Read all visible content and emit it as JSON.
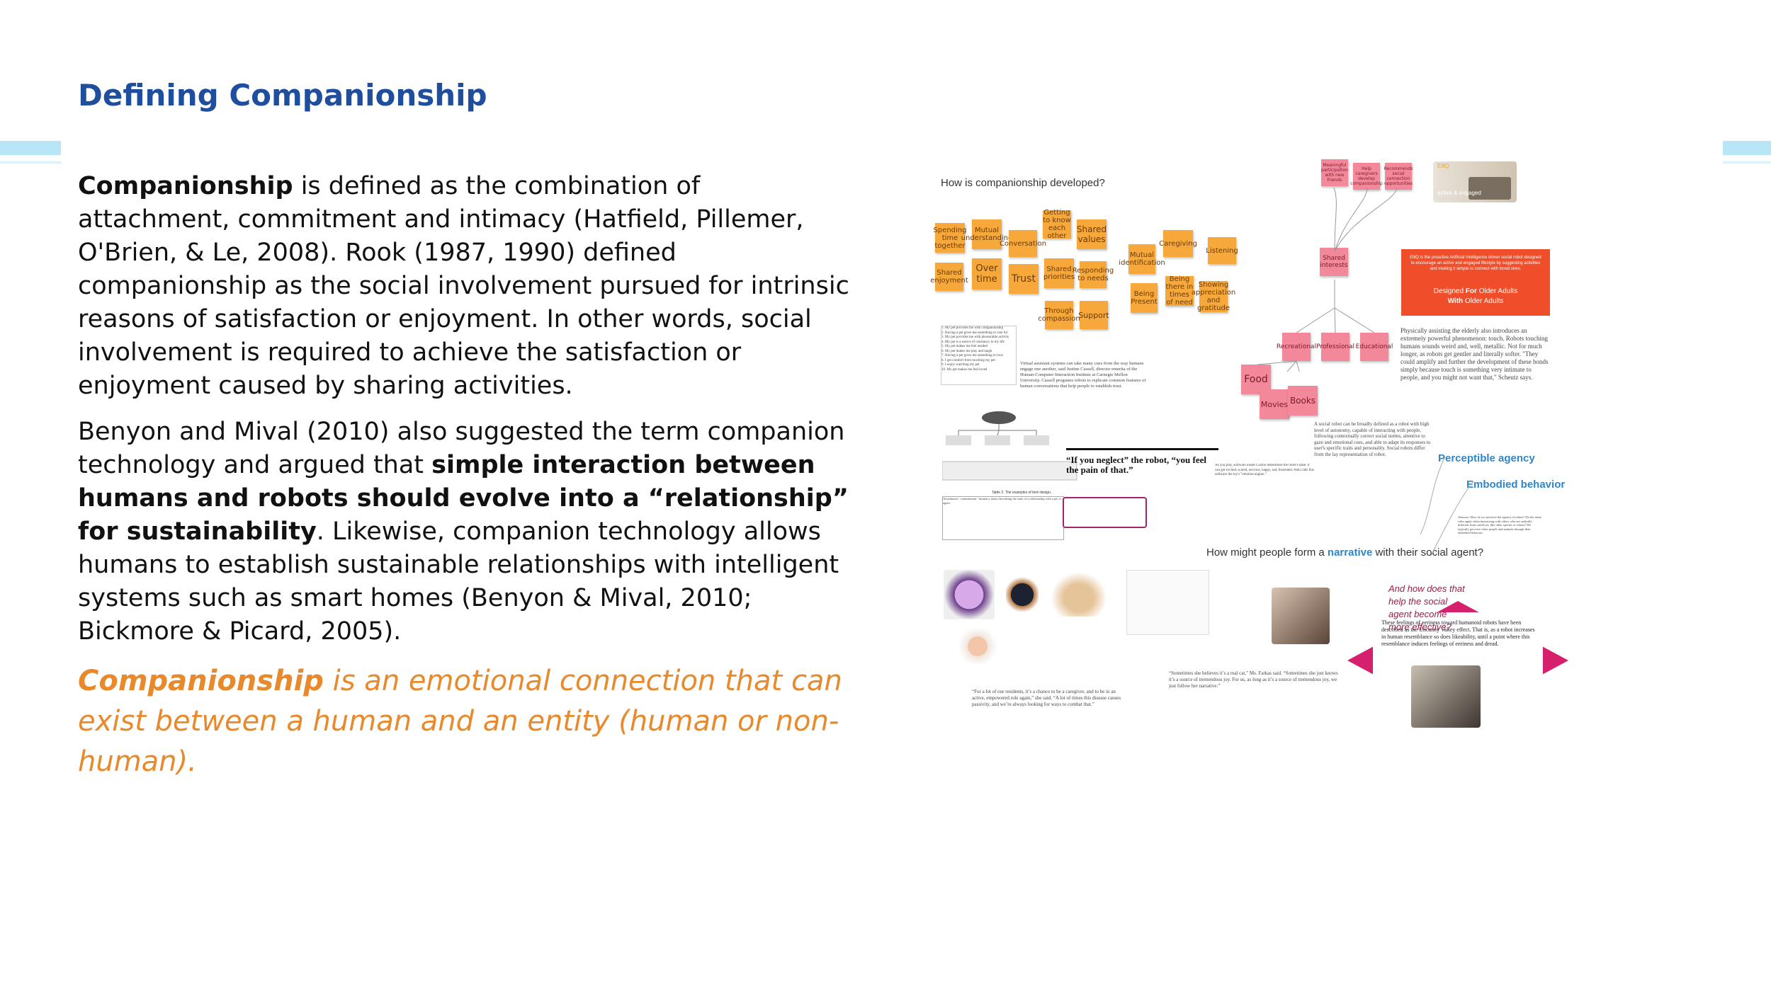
{
  "slide": {
    "title": "Defining Companionship",
    "paragraph1": {
      "term": "Companionship",
      "text": " is defined as the combination of attachment, commitment and intimacy (Hatfield, Pillemer, O'Brien, & Le, 2008). Rook (1987, 1990) defined companionship as the social involvement pursued for intrinsic reasons of satisfaction or enjoyment. In other words, social involvement is required to achieve the satisfaction or enjoyment caused by sharing activities."
    },
    "paragraph2": {
      "text_before": "Benyon and Mival (2010) also suggested the term companion technology and argued that ",
      "bold": "simple interaction between humans and robots should evolve into a “relationship” for sustainability",
      "text_after": ". Likewise, companion technology allows humans to establish sustainable relationships with intelligent systems such as smart homes (Benyon & Mival, 2010; Bickmore & Picard, 2005)."
    },
    "definition": {
      "term": "Companionship",
      "text": " is an emotional connection that can exist between a human and an entity (human or non-human)."
    }
  },
  "collage": {
    "heading": "How is companionship developed?",
    "stickies_orange": [
      "Spending time together",
      "Mutual understanding",
      "Conversation",
      "Getting to know each other",
      "Shared values",
      "Mutual identification",
      "Caregiving",
      "Listening",
      "Shared enjoyment",
      "Over time",
      "Trust",
      "Shared priorities",
      "Responding to needs",
      "Being Present",
      "Being there in times of need",
      "Showing appreciation and gratitude",
      "Through compassion",
      "Support"
    ],
    "stickies_pink": [
      "Shared interests",
      "Recreational",
      "Professional",
      "Educational",
      "Food",
      "Movies",
      "Books"
    ],
    "stickies_pink_top": [
      "Meaningful participation with new friends",
      "Help caregivers develop companionship",
      "Recommends social connection opportunities"
    ],
    "elliq": {
      "brand": "ElliQ",
      "photo_caption": "active & engaged",
      "description": "ElliQ is the proactive Artificial Intelligence driven social robot designed to encourage an active and engaged lifestyle by suggesting activities and making it simple to connect with loved ones.",
      "tagline1_pre": "Designed ",
      "tagline1_bold": "For",
      "tagline1_post": " Older Adults",
      "tagline2_bold": "With",
      "tagline2_post": " Older Adults"
    },
    "quote_headline": "“If you neglect” the robot, “you feel the pain of that.”",
    "narrative_question_pre": "How might people form a ",
    "narrative_word": "narrative",
    "narrative_question_post": " with their social agent?",
    "side_question": "And how does that help the social agent become more effective?",
    "perceptible_agency": "Perceptible agency",
    "embodied_behavior": "Embodied behavior",
    "quote_farkas": "“Sometimes she believes it’s a real cat,” Ms. Farkas said. “Sometimes she just knows it’s a source of tremendous joy. For us, as long as it’s a source of tremendous joy, we just follow her narrative.”",
    "quote_residents": "“For a lot of our residents, it’s a chance to be a caregiver, and to be in an active, empowered role again,” she said. “A lot of times this disease causes passivity, and we’re always looking for ways to combat that.”",
    "table_caption": "Table 2. The examples of item design.",
    "colors": {
      "orange": "#f7a83a",
      "pink": "#f2889a",
      "elliq_red": "#f04e2a",
      "magenta": "#d6206e",
      "blue": "#2f86c8"
    }
  }
}
